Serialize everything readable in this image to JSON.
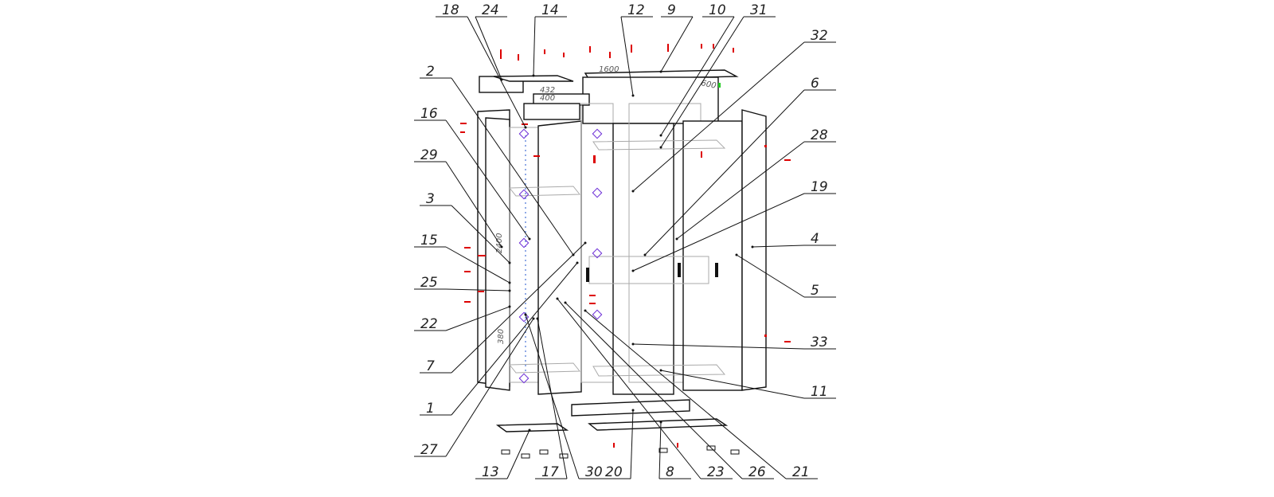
{
  "drawing": {
    "title": "Wardrobe exploded assembly",
    "dimensions": [
      "1600",
      "432",
      "400",
      "600",
      "2400",
      "380"
    ],
    "callouts": [
      "18",
      "24",
      "14",
      "12",
      "9",
      "10",
      "31",
      "32",
      "2",
      "16",
      "29",
      "3",
      "15",
      "25",
      "22",
      "7",
      "1",
      "27",
      "6",
      "28",
      "19",
      "4",
      "5",
      "33",
      "11",
      "13",
      "17",
      "30",
      "20",
      "8",
      "23",
      "26",
      "21"
    ],
    "colors": {
      "line": "#111111",
      "hardware": "#dd0000",
      "hinge": "#6a2bd6",
      "secondary": "#aaaaaa"
    }
  }
}
